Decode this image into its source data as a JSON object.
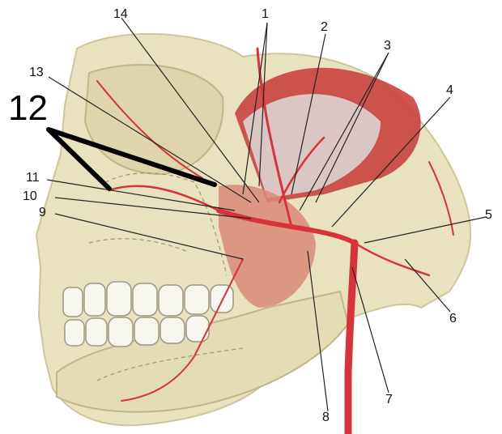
{
  "labels": {
    "l1": "1",
    "l2": "2",
    "l3": "3",
    "l4": "4",
    "l5": "5",
    "l6": "6",
    "l7": "7",
    "l8": "8",
    "l9": "9",
    "l10": "10",
    "l11": "11",
    "l12": "12",
    "l13": "13",
    "l14": "14"
  },
  "colors": {
    "bone": "#e9e2bf",
    "bone_shadow": "#cfc59a",
    "muscle": "#c9423f",
    "tendon": "#dcdcd8",
    "artery": "#d8323a",
    "teeth": "#f7f6ef",
    "leader": "#222222",
    "pointer": "#000000"
  }
}
